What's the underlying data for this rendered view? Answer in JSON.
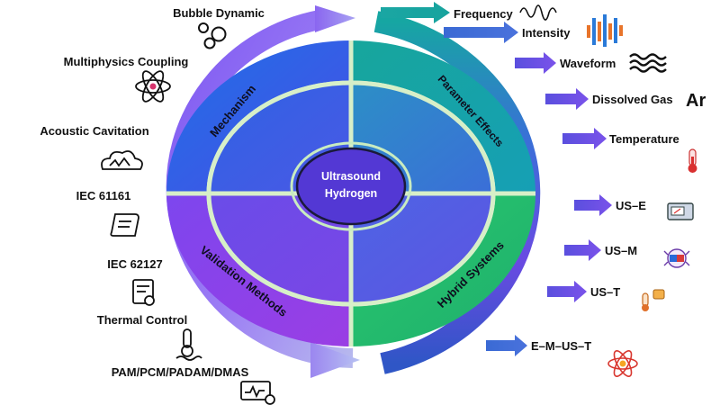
{
  "center": {
    "line1": "Ultrasound",
    "line2": "Hydrogen"
  },
  "quadrants": {
    "top_left": "Mechanism",
    "top_right": "Parameter Effects",
    "bottom_right": "Hybrid Systems",
    "bottom_left": "Validation Methods"
  },
  "left_items": [
    {
      "label": "Bubble Dynamic",
      "icon": "bubbles-icon"
    },
    {
      "label": "Multiphysics Coupling",
      "icon": "atom-icon"
    },
    {
      "label": "Acoustic Cavitation",
      "icon": "cavitation-cloud-icon"
    },
    {
      "label": "IEC 61161",
      "icon": "scroll-icon"
    },
    {
      "label": "IEC 62127",
      "icon": "certificate-icon"
    },
    {
      "label": "Thermal Control",
      "icon": "thermometer-icon"
    },
    {
      "label": "PAM/PCM/PADAM/DMAS",
      "icon": "monitor-gear-icon"
    }
  ],
  "right_items": [
    {
      "label": "Frequency",
      "icon": "sine-wave-icon"
    },
    {
      "label": "Intensity",
      "icon": "equalizer-icon"
    },
    {
      "label": "Waveform",
      "icon": "waves-icon"
    },
    {
      "label": "Dissolved Gas",
      "icon": "argon-symbol",
      "icon_text": "Ar"
    },
    {
      "label": "Temperature",
      "icon": "thermometer-icon"
    },
    {
      "label": "US–E",
      "icon": "electrolyzer-device-icon"
    },
    {
      "label": "US–M",
      "icon": "magnet-icon"
    },
    {
      "label": "US–T",
      "icon": "thermal-icon"
    },
    {
      "label": "E–M–US–T",
      "icon": "atom-orbit-icon"
    }
  ],
  "colors": {
    "mechanism": "#2f58e0",
    "parameter": "#14a6a4",
    "hybrid": "#27c46a",
    "validation": "#8a3fe8",
    "ring_left": "#8a5cf0",
    "ring_right": "#3a56c8",
    "arrow_teal": "#17a4a1",
    "arrow_blue": "#3f6fd6",
    "arrow_purple": "#6a4fe0"
  }
}
